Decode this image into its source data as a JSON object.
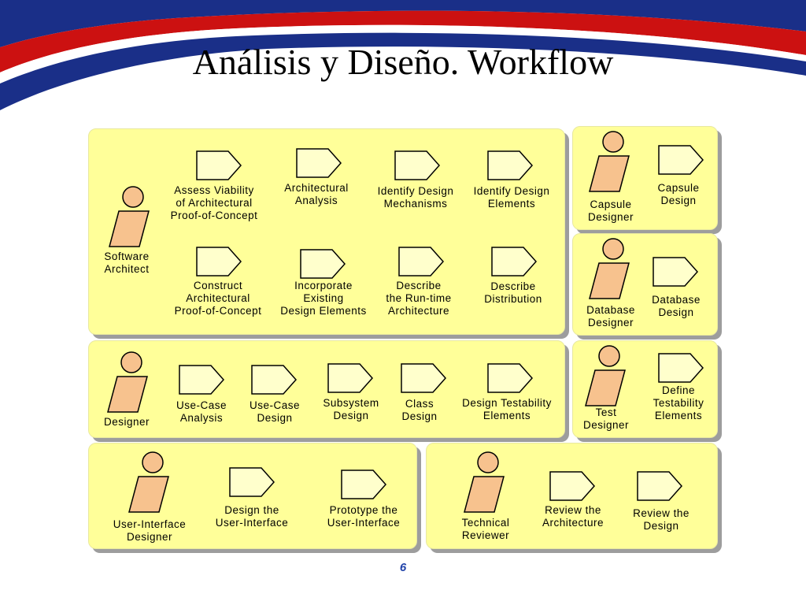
{
  "slide": {
    "title": "Análisis y Diseño. Workflow",
    "page_number": "6"
  },
  "roles": {
    "software_architect": "Software\nArchitect",
    "capsule_designer": "Capsule\nDesigner",
    "database_designer": "Database\nDesigner",
    "designer": "Designer",
    "test_designer": "Test\nDesigner",
    "ui_designer": "User-Interface\nDesigner",
    "technical_reviewer": "Technical\nReviewer"
  },
  "activities": {
    "assess_viability": "Assess Viability\nof Architectural\nProof-of-Concept",
    "architectural_analysis": "Architectural\nAnalysis",
    "identify_design_mechanisms": "Identify Design\nMechanisms",
    "identify_design_elements": "Identify Design\nElements",
    "construct_poc": "Construct\nArchitectural\nProof-of-Concept",
    "incorporate_existing": "Incorporate\nExisting\nDesign Elements",
    "describe_runtime": "Describe\nthe Run-time\nArchitecture",
    "describe_distribution": "Describe\nDistribution",
    "capsule_design": "Capsule\nDesign",
    "database_design": "Database\nDesign",
    "use_case_analysis": "Use-Case\nAnalysis",
    "use_case_design": "Use-Case\nDesign",
    "subsystem_design": "Subsystem\nDesign",
    "class_design": "Class\nDesign",
    "design_testability": "Design Testability\nElements",
    "define_testability": "Define\nTestability\nElements",
    "design_ui": "Design the\nUser-Interface",
    "prototype_ui": "Prototype the\nUser-Interface",
    "review_architecture": "Review the\nArchitecture",
    "review_design": "Review the\nDesign"
  },
  "colors": {
    "panel_fill": "#ffff99",
    "panel_shadow": "#9d9d9d",
    "actor_fill": "#f7c28e",
    "activity_fill": "#ffffcc",
    "swoosh_red": "#cc1111",
    "swoosh_blue": "#1a2f88"
  }
}
